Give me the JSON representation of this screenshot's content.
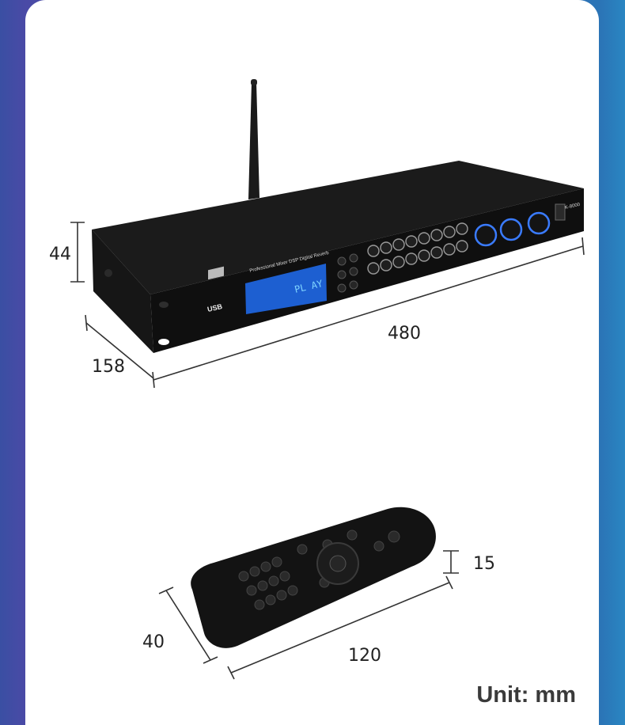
{
  "dimensions": {
    "mixer_height": "44",
    "mixer_depth": "158",
    "mixer_width": "480",
    "remote_height": "15",
    "remote_depth": "40",
    "remote_width": "120"
  },
  "unit_label": "Unit: mm",
  "mixer": {
    "panel_title": "Professional Mixer DSP Digital Reverb",
    "model": "K-8000",
    "usb_label": "USB",
    "lcd_status": "PL AY"
  },
  "colors": {
    "knob_glow": "#3a7bff",
    "lcd": "#1d5fd1",
    "chassis": "#121212"
  }
}
